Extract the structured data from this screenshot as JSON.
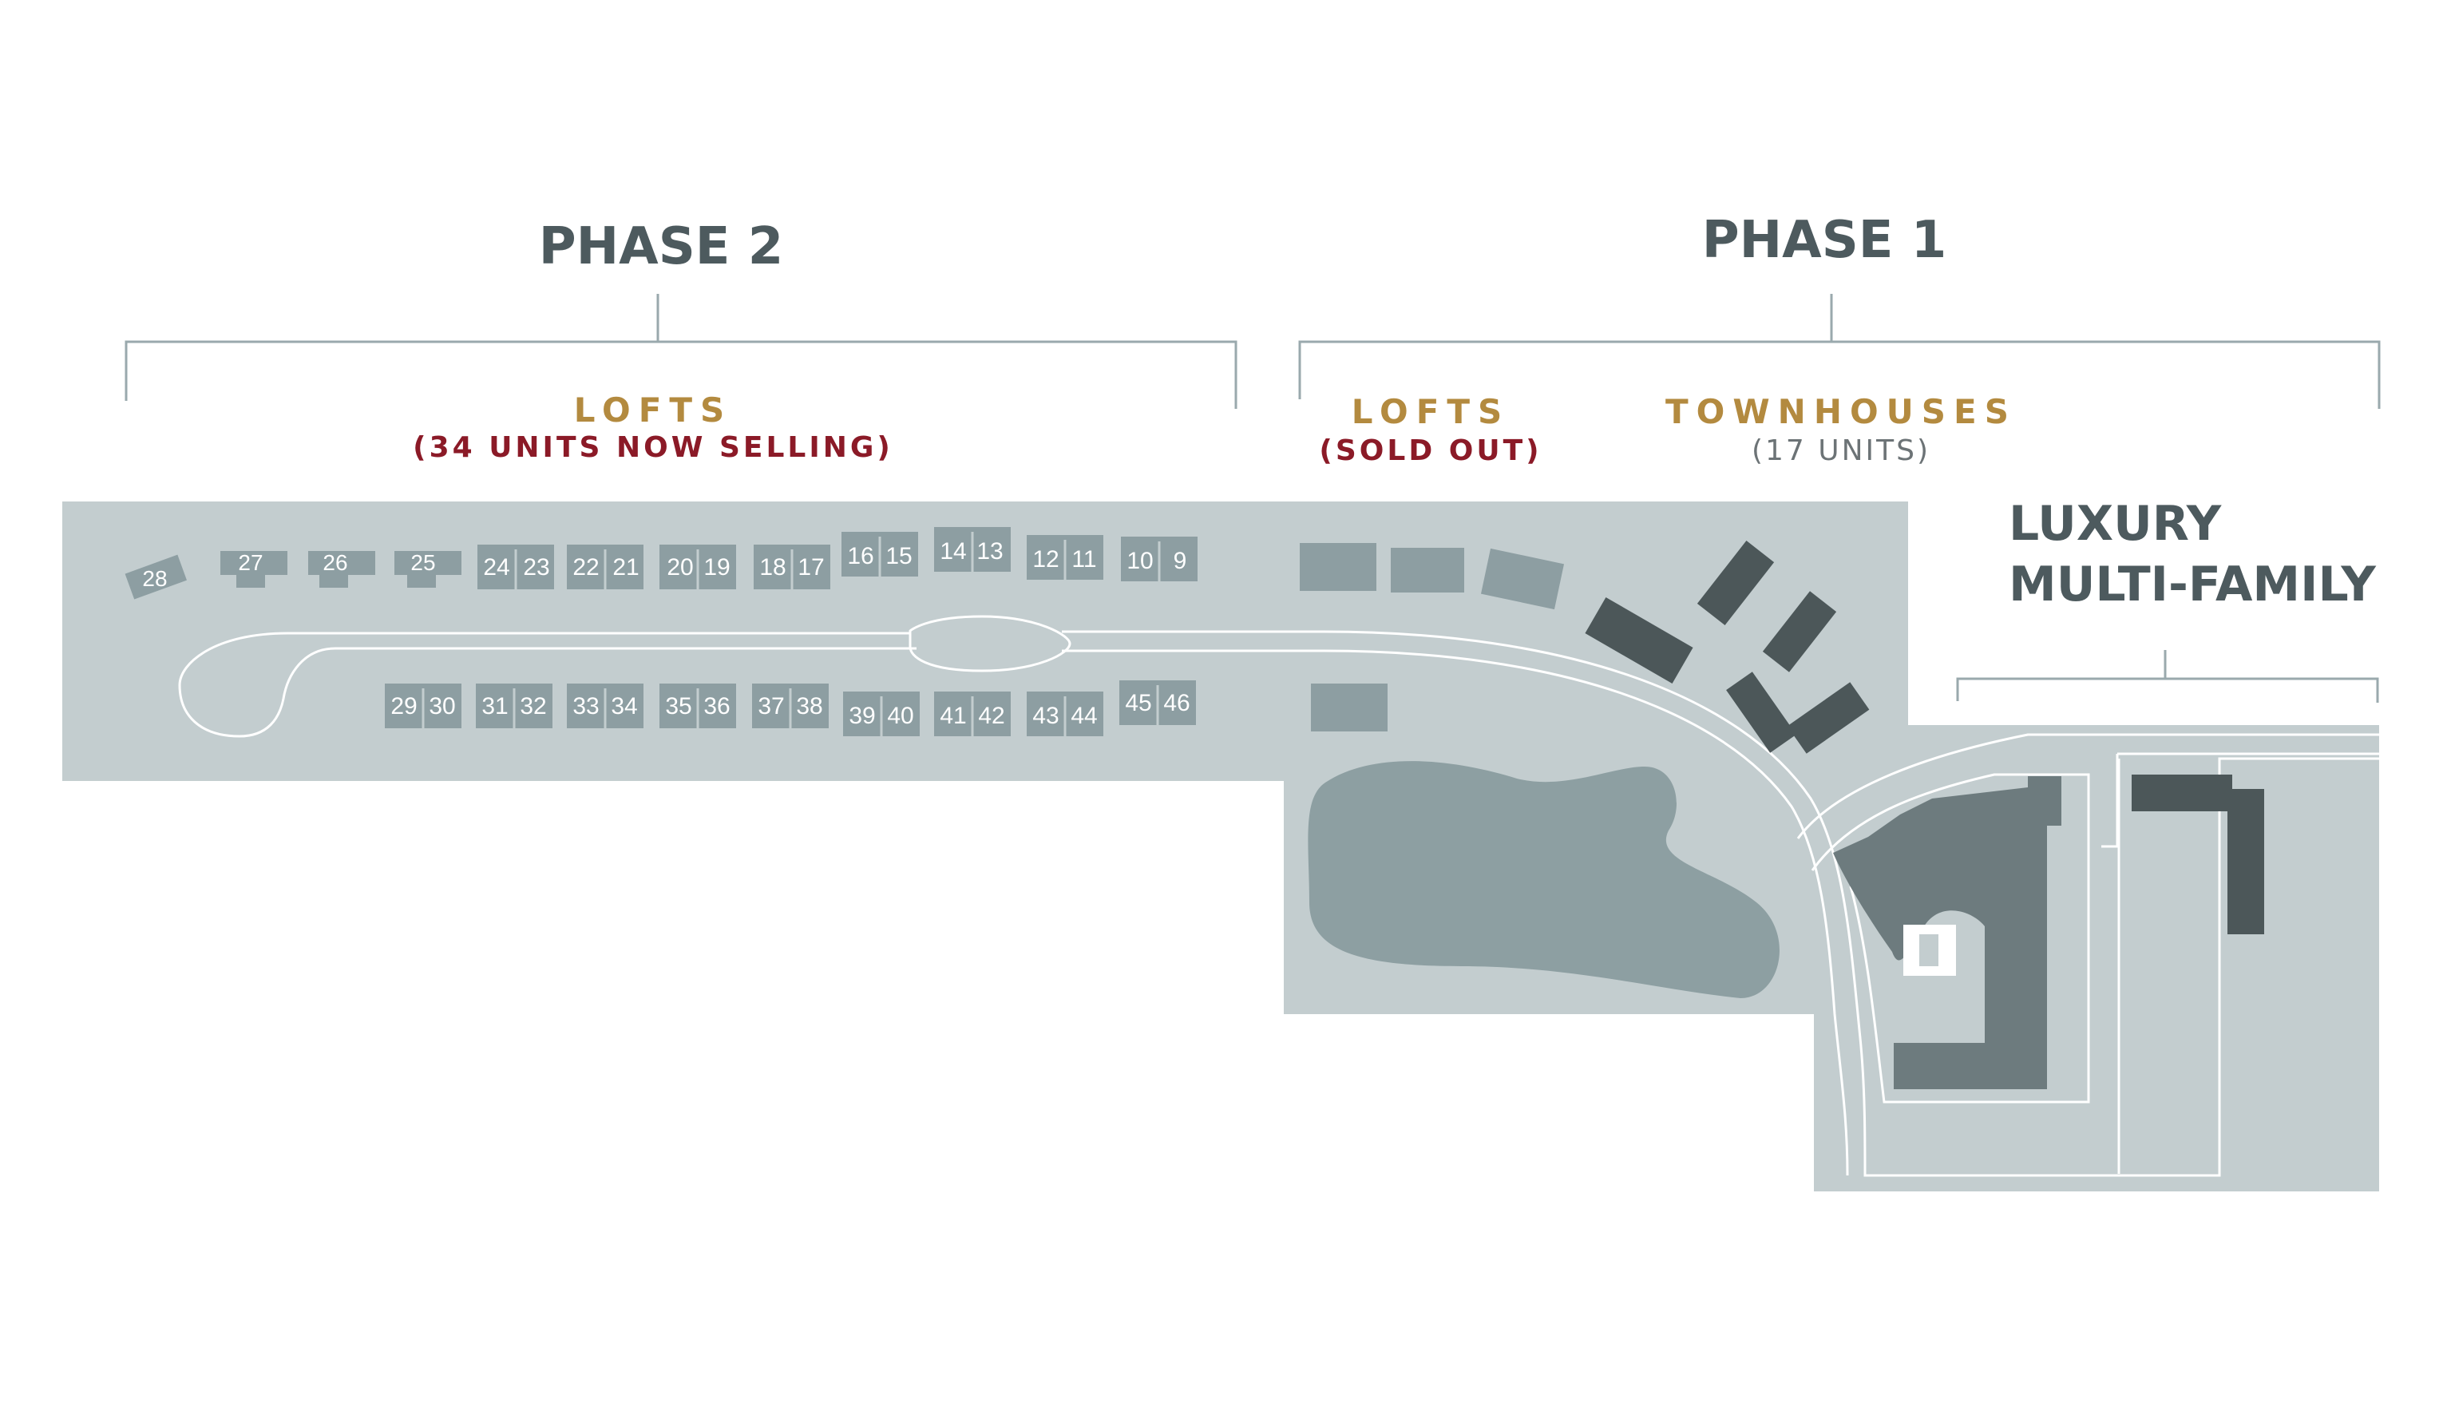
{
  "headings": {
    "phase2": "PHASE 2",
    "phase1": "PHASE 1",
    "lofts_phase2": "LOFTS",
    "lofts_phase2_status": "(34 UNITS NOW SELLING)",
    "lofts_phase1": "LOFTS",
    "lofts_phase1_status": "(SOLD OUT)",
    "townhouses": "TOWNHOUSES",
    "townhouses_count": "(17 UNITS)",
    "luxury_line1": "LUXURY",
    "luxury_line2": "MULTI-FAMILY"
  },
  "units": {
    "u28": "28",
    "u27": "27",
    "u26": "26",
    "u25": "25",
    "u24": "24",
    "u23": "23",
    "u22": "22",
    "u21": "21",
    "u20": "20",
    "u19": "19",
    "u18": "18",
    "u17": "17",
    "u16": "16",
    "u15": "15",
    "u14": "14",
    "u13": "13",
    "u12": "12",
    "u11": "11",
    "u10": "10",
    "u9": "9",
    "u29": "29",
    "u30": "30",
    "u31": "31",
    "u32": "32",
    "u33": "33",
    "u34": "34",
    "u35": "35",
    "u36": "36",
    "u37": "37",
    "u38": "38",
    "u39": "39",
    "u40": "40",
    "u41": "41",
    "u42": "42",
    "u43": "43",
    "u44": "44",
    "u45": "45",
    "u46": "46"
  },
  "colors": {
    "site": "#c3cdcf",
    "building_light": "#8d9ea2",
    "building_mid": "#6d7b7e",
    "building_dark": "#4c5759",
    "pond": "#8d9fa2",
    "heading": "#4d5a5e",
    "gold": "#b38a3f",
    "red": "#8b1a27"
  }
}
